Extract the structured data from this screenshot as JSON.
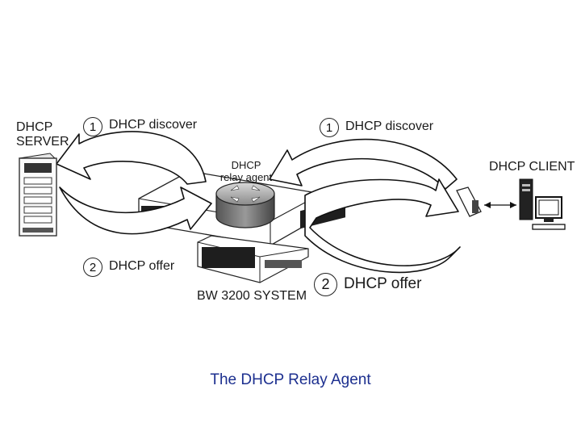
{
  "diagram": {
    "server": {
      "label_line1": "DHCP",
      "label_line2": "SERVER"
    },
    "client": {
      "label": "DHCP CLIENT"
    },
    "relay": {
      "label_line1": "DHCP",
      "label_line2": "relay agent"
    },
    "system": {
      "label": "BW 3200 SYSTEM"
    },
    "left_discover": {
      "step": "1",
      "label": "DHCP discover"
    },
    "right_discover": {
      "step": "1",
      "label": "DHCP discover"
    },
    "left_offer": {
      "step": "2",
      "label": "DHCP offer"
    },
    "right_offer": {
      "step": "2",
      "label": "DHCP offer"
    }
  },
  "caption": "The DHCP Relay Agent"
}
